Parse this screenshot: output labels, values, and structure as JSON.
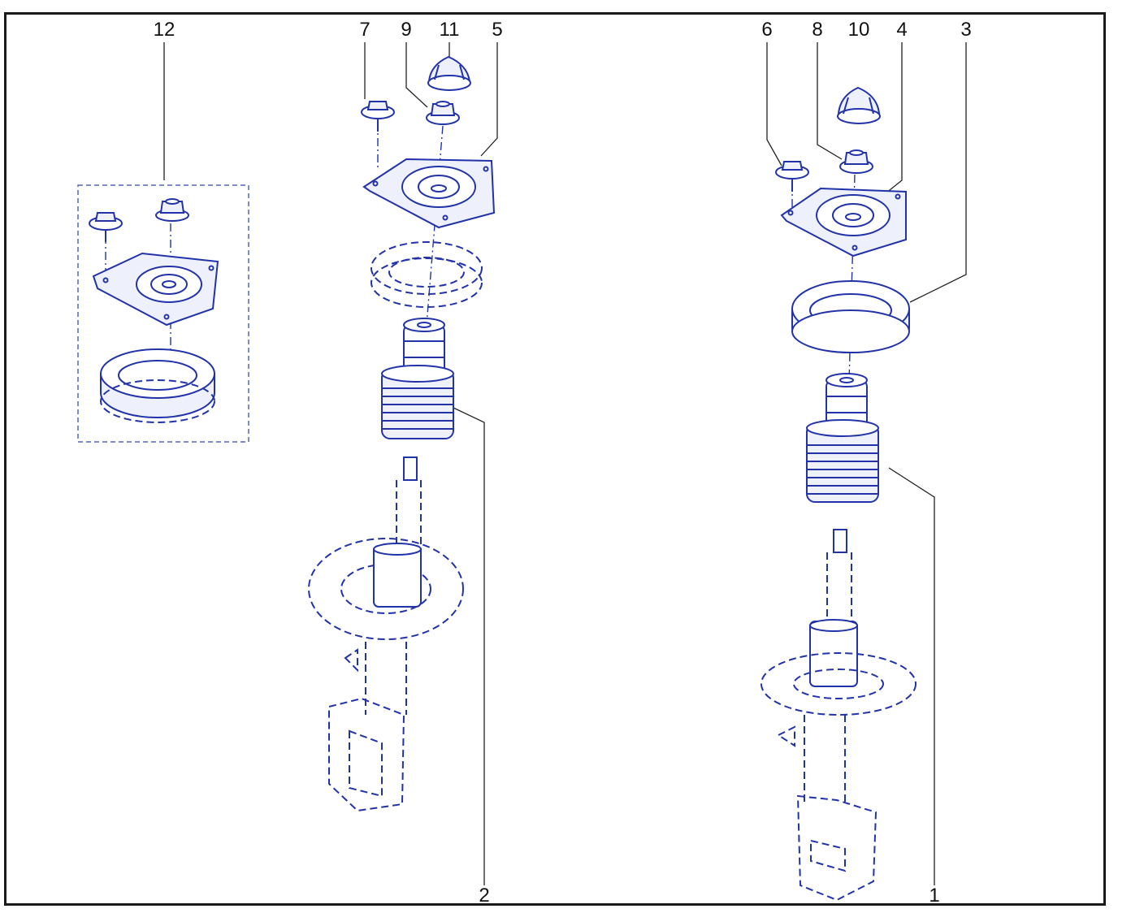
{
  "callouts": [
    "1",
    "2",
    "3",
    "4",
    "5",
    "6",
    "7",
    "8",
    "9",
    "10",
    "11",
    "12"
  ],
  "colors": {
    "line": "#2233aa",
    "frame": "#1a1a1a",
    "leader": "#222222"
  }
}
